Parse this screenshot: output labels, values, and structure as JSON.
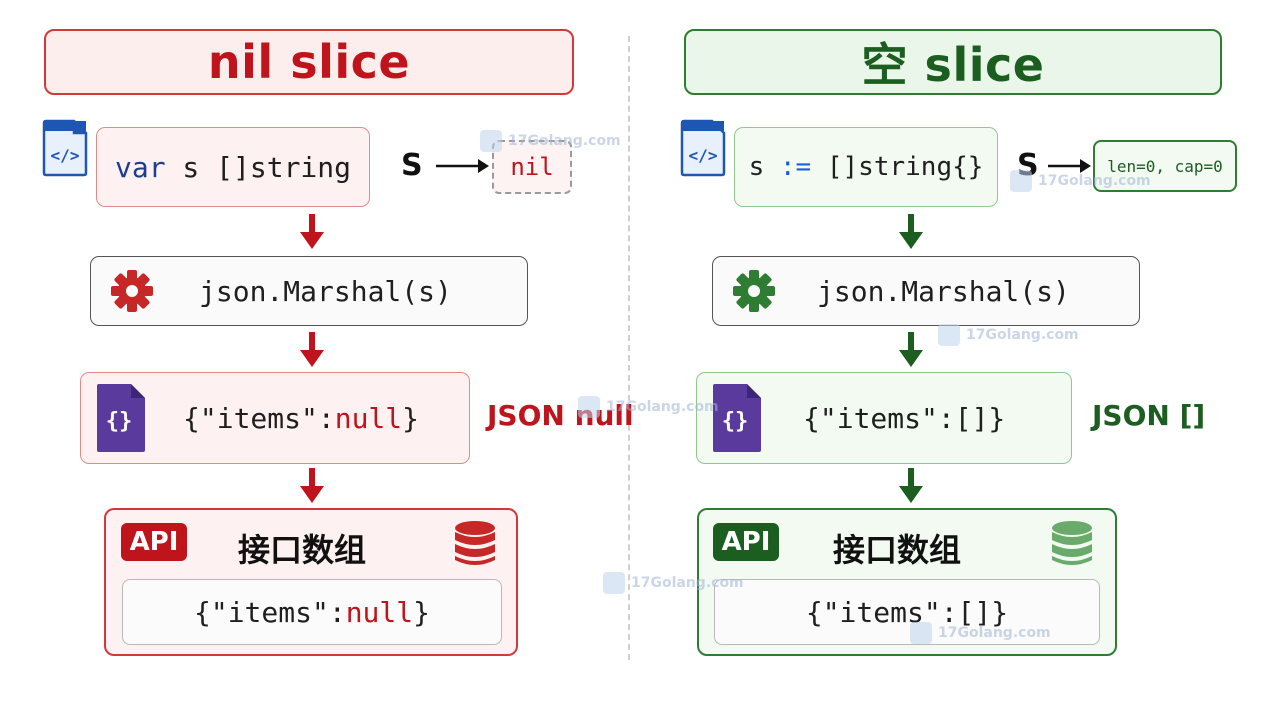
{
  "left": {
    "title": "nil slice",
    "decl": {
      "kw": "var",
      "rest": " s []string"
    },
    "pointer": {
      "var": "S",
      "target": "nil"
    },
    "marshal": "json.Marshal(s)",
    "json": {
      "prefix": "{\"items\":",
      "value": "null",
      "suffix": "}"
    },
    "json_label": "JSON null",
    "api": {
      "badge": "API",
      "label": "接口数组",
      "json": {
        "prefix": "{\"items\":",
        "value": "null",
        "suffix": "}"
      }
    }
  },
  "right": {
    "title": "空 slice",
    "decl": {
      "pre": "s ",
      "op": ":=",
      "rest": " []string{}"
    },
    "pointer": {
      "var": "S",
      "target": "len=0, cap=0"
    },
    "marshal": "json.Marshal(s)",
    "json": {
      "text": "{\"items\":[]}"
    },
    "json_label": "JSON []",
    "api": {
      "badge": "API",
      "label": "接口数组",
      "json": {
        "text": "{\"items\":[]}"
      }
    }
  },
  "watermark": "17Golang.com",
  "colors": {
    "red": "#c0141c",
    "green": "#1b5e20"
  }
}
